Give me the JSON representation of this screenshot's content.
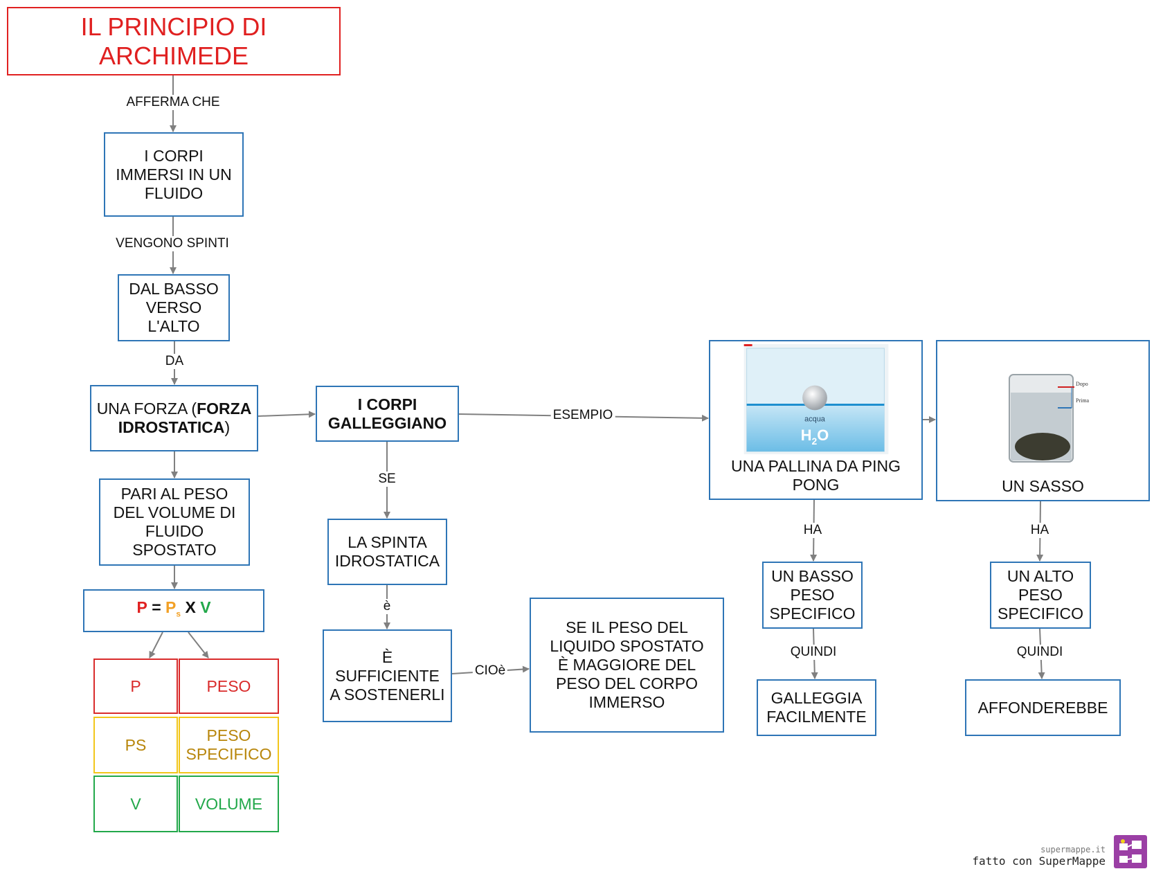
{
  "title": {
    "line1": "IL PRINCIPIO DI",
    "line2": "ARCHIMEDE"
  },
  "nodes": {
    "corpi_immersi": "I CORPI IMMERSI IN UN FLUIDO",
    "dal_basso": "DAL BASSO VERSO L'ALTO",
    "forza_pre": "UNA FORZA (",
    "forza_bold": "FORZA IDROSTATICA",
    "forza_post": ")",
    "pari_al_peso": "PARI AL PESO DEL VOLUME DI FLUIDO SPOSTATO",
    "corpi_galleggiano": "I CORPI GALLEGGIANO",
    "spinta": "LA SPINTA IDROSTATICA",
    "sufficiente": "È SUFFICIENTE A SOSTENERLI",
    "se_il_peso": "SE IL PESO DEL LIQUIDO SPOSTATO È MAGGIORE DEL PESO DEL CORPO IMMERSO",
    "pallina": "UNA PALLINA DA PING PONG",
    "sasso": "UN SASSO",
    "basso_peso": "UN BASSO PESO SPECIFICO",
    "alto_peso": "UN ALTO PESO SPECIFICO",
    "galleggia": "GALLEGGIA FACILMENTE",
    "affonderebbe": "AFFONDEREBBE"
  },
  "formula": {
    "p": "P",
    "eq": "=",
    "ps": "P",
    "ps_sub": "s",
    "x": "X",
    "v": "V"
  },
  "legend": [
    {
      "symbol": "P",
      "meaning": "PESO",
      "color": "#d92b2b"
    },
    {
      "symbol": "PS",
      "meaning": "PESO SPECIFICO",
      "color": "#f2c61a"
    },
    {
      "symbol": "V",
      "meaning": "VOLUME",
      "color": "#22a84a"
    }
  ],
  "links": {
    "afferma_che": "AFFERMA CHE",
    "vengono_spinti": "VENGONO SPINTI",
    "da": "DA",
    "se": "SE",
    "e_lower": "è",
    "cioe": "CIOè",
    "esempio": "ESEMPIO",
    "ha_1": "HA",
    "ha_2": "HA",
    "quindi_1": "QUINDI",
    "quindi_2": "QUINDI"
  },
  "images": {
    "beaker_label": "acqua",
    "beaker_formula": "H",
    "beaker_sub": "2",
    "beaker_o": "O",
    "stone_dopo": "Dopo",
    "stone_prima": "Prima"
  },
  "footer": {
    "site": "supermappe.it",
    "made_with": "fatto con SuperMappe"
  },
  "colors": {
    "node_border": "#2e75b6",
    "title": "#e02020",
    "connector": "#808080",
    "logo": "#9b3fa5"
  }
}
